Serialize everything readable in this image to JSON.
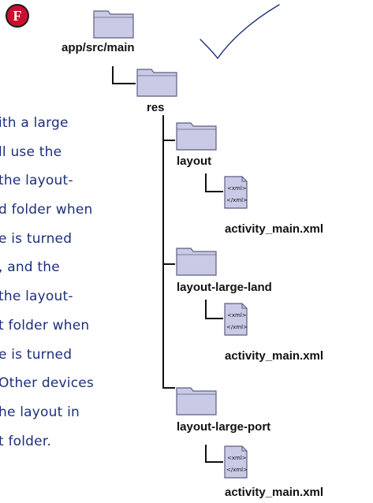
{
  "badge": {
    "letter": "F"
  },
  "note_lines": [
    "ith a large",
    "ll use the",
    " the layout-",
    "d folder when",
    "e is turned",
    ", and the",
    " the layout-",
    "t folder when",
    "e is turned",
    " Other devices",
    "he layout in",
    "t folder."
  ],
  "tree": {
    "root": "app/src/main",
    "res": "res",
    "folders": [
      {
        "name": "layout",
        "file": "activity_main.xml"
      },
      {
        "name": "layout-large-land",
        "file": "activity_main.xml"
      },
      {
        "name": "layout-large-port",
        "file": "activity_main.xml"
      }
    ],
    "file_icon": {
      "top": "<xml>",
      "bottom": "</xml>"
    }
  },
  "colors": {
    "folder_fill": "#c9cbe6",
    "folder_stroke": "#5c5e80",
    "handwriting": "#1d2f7a",
    "badge": "#c8102e"
  }
}
